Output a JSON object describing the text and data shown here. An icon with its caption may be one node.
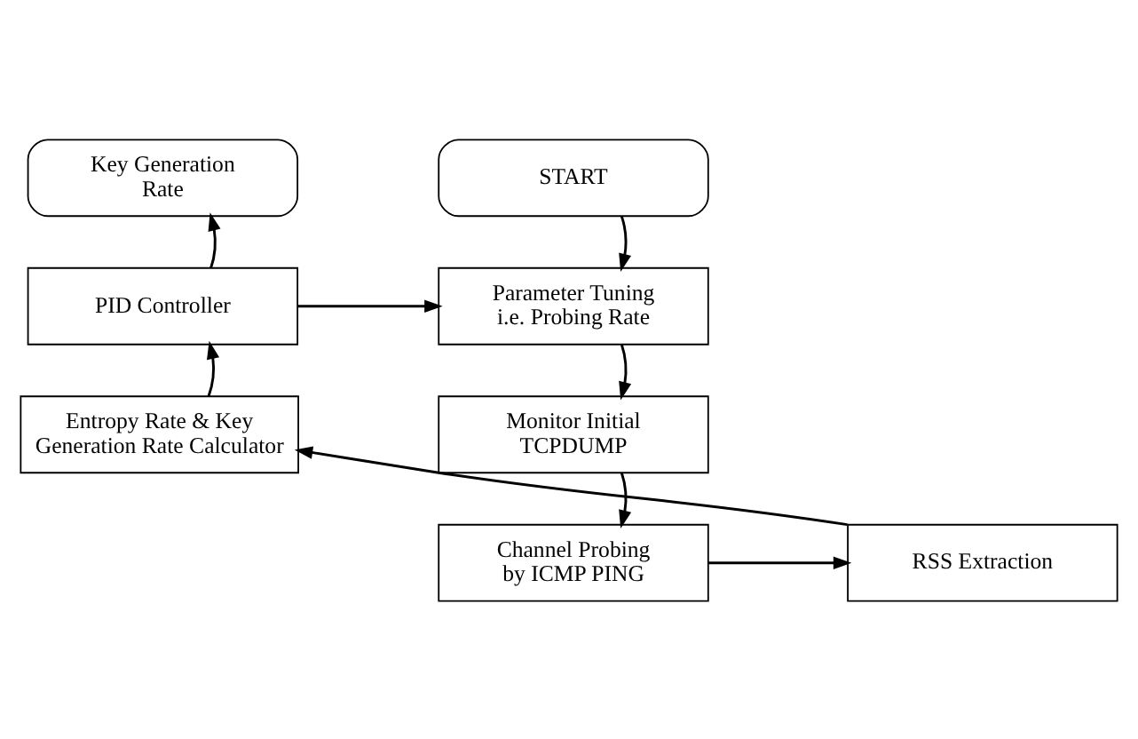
{
  "diagram": {
    "nodes": [
      {
        "text": [
          "START"
        ]
      },
      {
        "text": [
          "Parameter Tuning i.e. Probing Rate"
        ]
      },
      {
        "text": [
          "Monitor Initial TCPDUMP"
        ]
      },
      {
        "text": [
          "Channel Probing by ICMP PING"
        ]
      },
      {
        "text": [
          "RSS Extraction"
        ]
      },
      {
        "text": [
          "Entropy Rate & Key Generation Rate Calculator"
        ]
      },
      {
        "text": [
          "PID Controller"
        ]
      },
      {
        "text": [
          "Key Generation Rate"
        ]
      }
    ],
    "edges": [
      {
        "from": 0,
        "to": 1,
        "arrow": "to"
      },
      {
        "from": 1,
        "to": 2,
        "arrow": "to"
      },
      {
        "from": 2,
        "to": 3,
        "arrow": "to"
      },
      {
        "from": 3,
        "to": 4,
        "arrow": "to"
      },
      {
        "from": 4,
        "to": 5,
        "arrow": "to"
      },
      {
        "from": 5,
        "to": 6,
        "arrow": "to"
      },
      {
        "from": 6,
        "to": 1,
        "arrow": "to"
      },
      {
        "from": 6,
        "to": 7,
        "arrow": "to"
      }
    ]
  }
}
